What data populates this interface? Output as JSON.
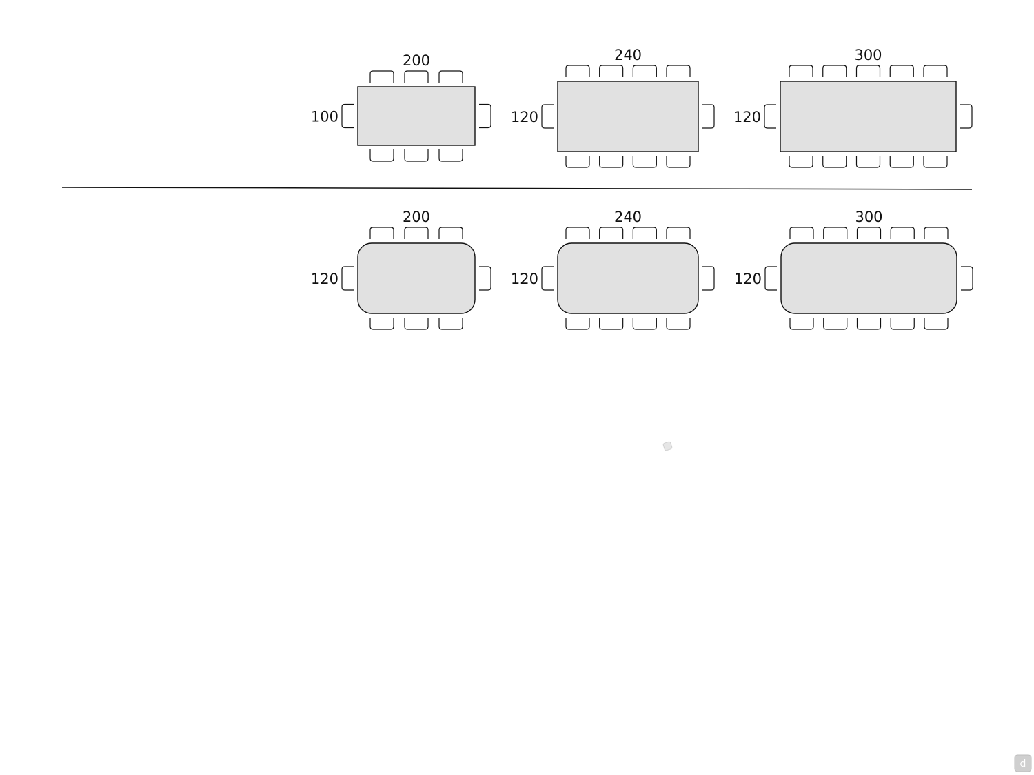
{
  "colors": {
    "table_fill": "#e1e1e1",
    "outline": "#111111",
    "watermark": "#cfcfcf"
  },
  "rows": [
    {
      "shape": "rectangular",
      "tables": [
        {
          "length": "200",
          "width": "100",
          "chairs_per_long_side": 3,
          "chairs_per_end": 1
        },
        {
          "length": "240",
          "width": "120",
          "chairs_per_long_side": 4,
          "chairs_per_end": 1
        },
        {
          "length": "300",
          "width": "120",
          "chairs_per_long_side": 5,
          "chairs_per_end": 1
        }
      ]
    },
    {
      "shape": "rounded-corners",
      "tables": [
        {
          "length": "200",
          "width": "120",
          "chairs_per_long_side": 3,
          "chairs_per_end": 1
        },
        {
          "length": "240",
          "width": "120",
          "chairs_per_long_side": 4,
          "chairs_per_end": 1
        },
        {
          "length": "300",
          "width": "120",
          "chairs_per_long_side": 5,
          "chairs_per_end": 1
        }
      ]
    }
  ],
  "icons": {
    "watermark": "site-logo-icon",
    "stray_mark": "small-diamond-icon"
  },
  "watermark_letter": "d"
}
